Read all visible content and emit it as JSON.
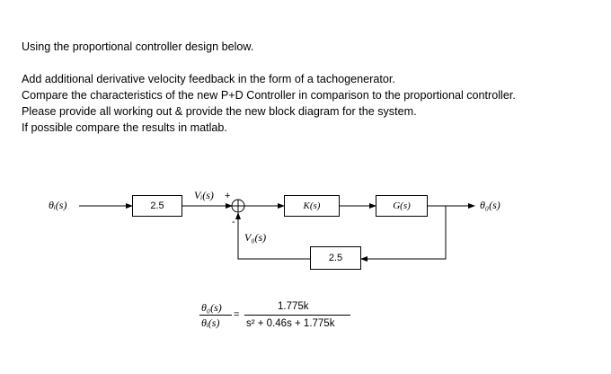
{
  "text": {
    "line1": "Using the proportional controller design below.",
    "line2": "Add additional derivative velocity feedback in the form of a tachogenerator.",
    "line3": "Compare the characteristics of the new P+D Controller in comparison to the proportional controller.",
    "line4": "Please provide all working out & provide the new block diagram for the system.",
    "line5": "If possible compare the results in matlab."
  },
  "diagram": {
    "input_label": "θᵢ(s)",
    "gain_block": "2.5",
    "vi_label": "Vᵢ(s)",
    "plus_sign": "+",
    "minus_sign": "-",
    "vo_label": "V₀(s)",
    "controller_block": "K(s)",
    "plant_block": "G(s)",
    "output_label": "θ₀(s)",
    "feedback_block": "2.5"
  },
  "formula": {
    "lhs_num": "θ₀(s)",
    "lhs_den": "θᵢ(s)",
    "equals": "=",
    "rhs_num": "1.775k",
    "rhs_den": "s² + 0.46s + 1.775k"
  }
}
